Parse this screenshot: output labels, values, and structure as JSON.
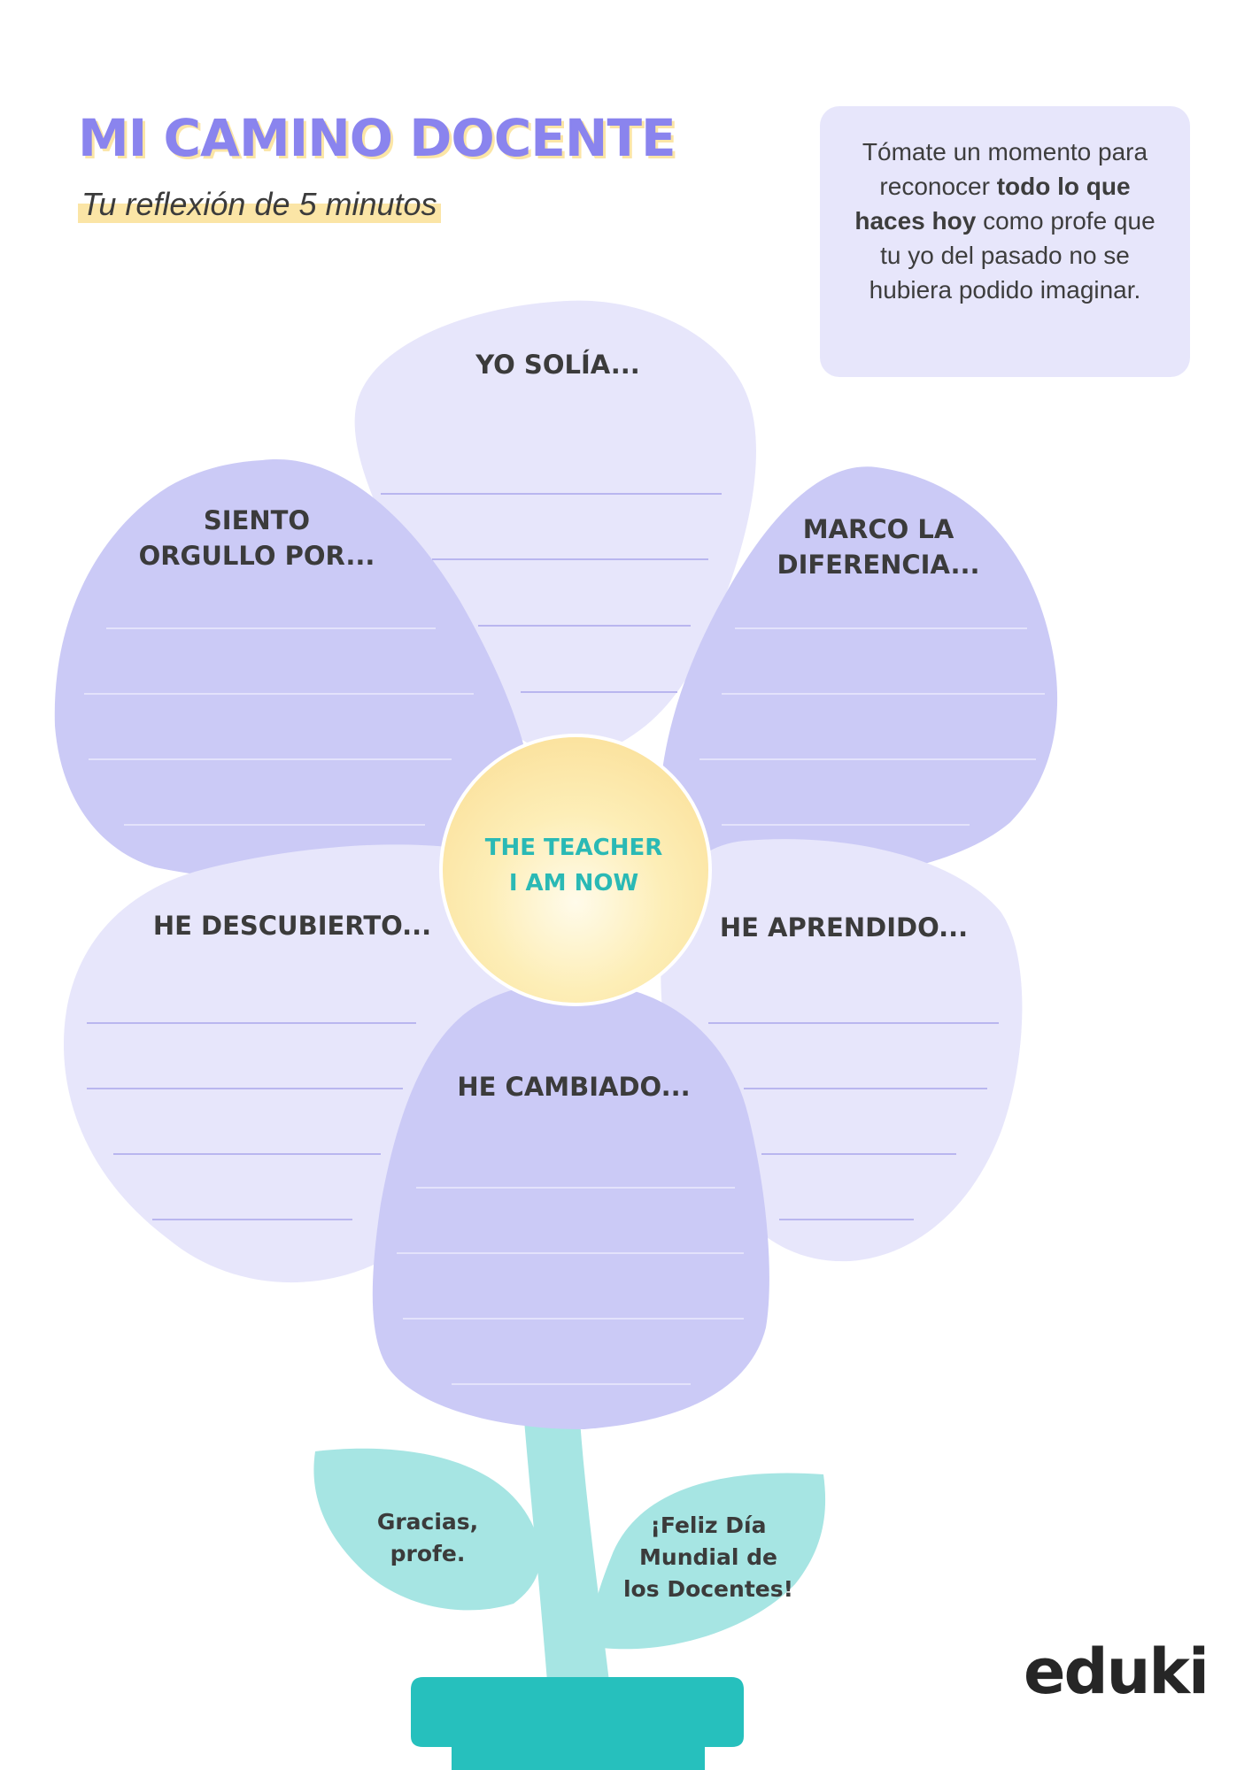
{
  "header": {
    "title": "MI CAMINO DOCENTE",
    "subtitle": "Tu reflexión de 5 minutos"
  },
  "note": {
    "part1": "Tómate un momento para reconocer ",
    "bold": "todo lo que haces hoy",
    "part2": " como profe que tu yo del pasado no se hubiera podido imaginar."
  },
  "petals": {
    "top": "YO SOLÍA...",
    "upper_left_1": "SIENTO",
    "upper_left_2": "ORGULLO POR...",
    "upper_right_1": "MARCO LA",
    "upper_right_2": "DIFERENCIA...",
    "lower_left": "HE DESCUBIERTO...",
    "lower_right": "HE APRENDIDO...",
    "bottom": "HE CAMBIADO..."
  },
  "center": {
    "line1": "THE TEACHER",
    "line2": "I AM NOW"
  },
  "leaves": {
    "left_1": "Gracias,",
    "left_2": "profe.",
    "right_1": "¡Feliz Día",
    "right_2": "Mundial de",
    "right_3": "los Docentes!"
  },
  "brand": "eduki",
  "colors": {
    "title": "#8a84ee",
    "highlight": "#fbe5a6",
    "petal_light": "#e7e6fb",
    "petal_mid": "#cbcaf6",
    "center_fill": "#fbe7a1",
    "center_text": "#2ab9b5",
    "leaf": "#a6e5e3",
    "pot": "#26c0bd"
  }
}
